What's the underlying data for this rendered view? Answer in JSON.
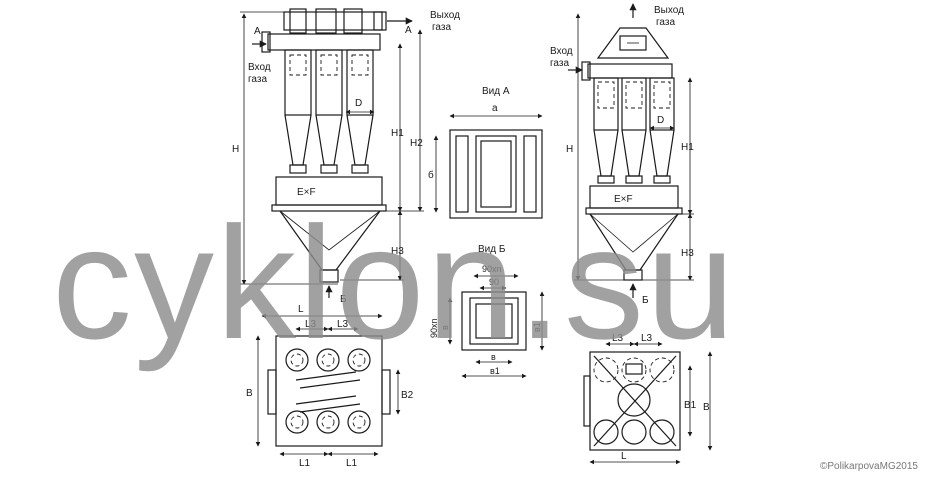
{
  "watermark": "cyklon.su",
  "copyright": "©PolikarpovaMG2015",
  "left_view": {
    "inlet_label_1": "Вход",
    "inlet_label_2": "газа",
    "outlet_label_1": "Выход",
    "outlet_label_2": "газа",
    "section_a": "А",
    "section_b": "Б",
    "dim_h": "H",
    "dim_h1": "H1",
    "dim_h2": "H2",
    "dim_h3": "H3",
    "dim_d": "D",
    "box": "E×F"
  },
  "view_a": {
    "title": "Вид А",
    "dim_a": "а",
    "dim_b": "б"
  },
  "view_b": {
    "title": "Вид Б",
    "dim_90xn": "90хn",
    "dim_90": "90",
    "dim_90xn_v": "90хn",
    "dim_v": "в",
    "dim_v_bottom": "в",
    "dim_v1_bottom": "в1",
    "dim_v1_right": "в1"
  },
  "right_view": {
    "inlet_label_1": "Вход",
    "inlet_label_2": "газа",
    "outlet_label_1": "Выход",
    "outlet_label_2": "газа",
    "dim_h": "H",
    "dim_h1": "H1",
    "dim_h3": "H3",
    "dim_d": "D",
    "box": "E×F",
    "section_b": "Б"
  },
  "plan_left": {
    "dim_l": "L",
    "dim_l3_a": "L3",
    "dim_l3_b": "L3",
    "dim_b": "B",
    "dim_b2": "B2",
    "dim_l1_a": "L1",
    "dim_l1_b": "L1"
  },
  "plan_right": {
    "dim_l3_a": "L3",
    "dim_l3_b": "L3",
    "dim_b": "B",
    "dim_b1": "B1",
    "dim_l": "L"
  }
}
